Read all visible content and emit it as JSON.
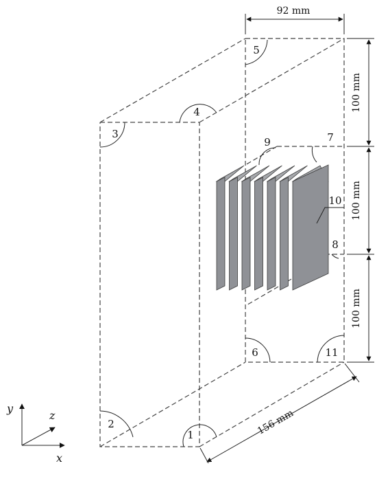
{
  "dimensions": {
    "width_top": "92 mm",
    "height_upper": "100 mm",
    "height_middle": "100 mm",
    "height_lower": "100 mm",
    "depth": "156 mm"
  },
  "markers": {
    "m1": "1",
    "m2": "2",
    "m3": "3",
    "m4": "4",
    "m5": "5",
    "m6": "6",
    "m7": "7",
    "m8": "8",
    "m9": "9",
    "m10": "10",
    "m11": "11"
  },
  "axes": {
    "y": "y",
    "z": "z",
    "x": "x"
  },
  "colors": {
    "fin": "#8f9196",
    "line": "#444444"
  }
}
